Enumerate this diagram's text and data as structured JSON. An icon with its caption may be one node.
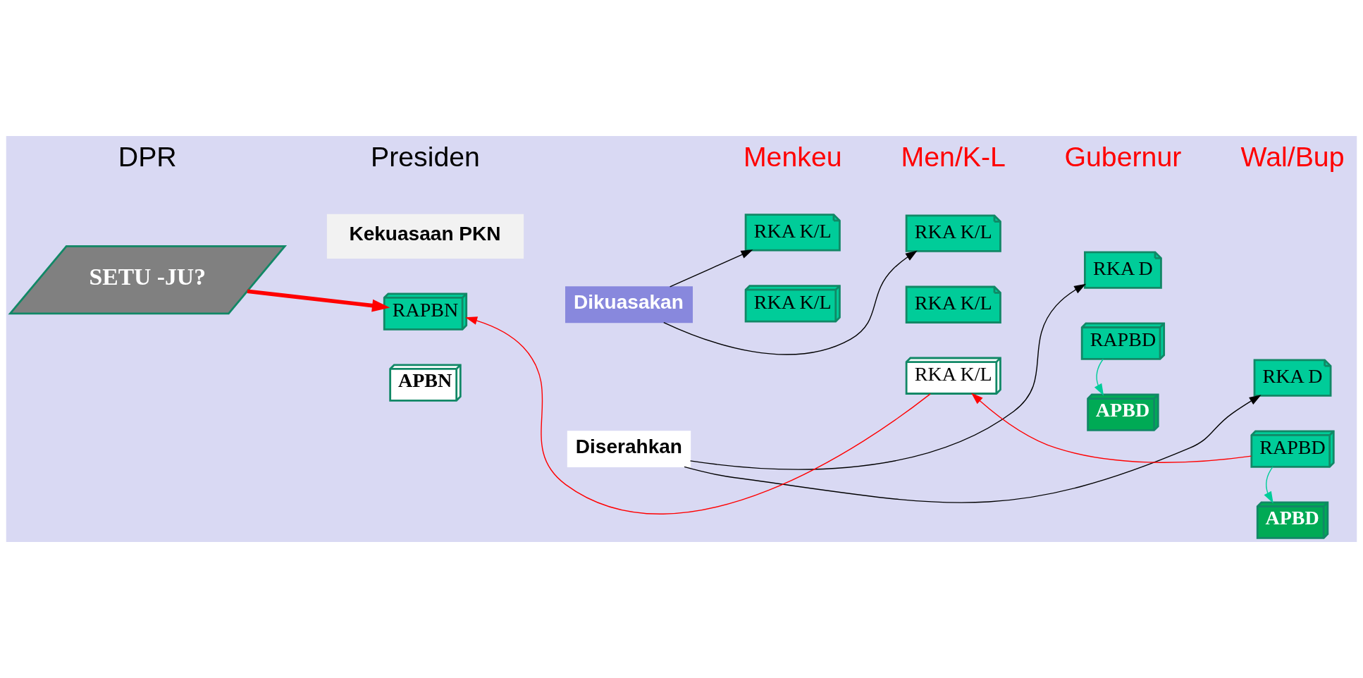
{
  "diagram": {
    "nodes": [
      {
        "text": [
          "RKA K/L"
        ]
      },
      {
        "text": [
          "RKA K/L"
        ]
      },
      {
        "text": [
          "Dikuasakan"
        ]
      },
      {
        "text": [
          "RKA D"
        ]
      },
      {
        "text": [
          "Kekuasaan PKN"
        ]
      },
      {
        "text": [
          "RKA D"
        ]
      },
      {
        "text": [
          "Diserahkan"
        ]
      },
      {
        "text": [
          "RKA K/L"
        ]
      },
      {
        "text": [
          "RAPBD"
        ]
      },
      {
        "text": [
          "RKA K/L"
        ]
      },
      {
        "text": [
          "RKA K/L"
        ]
      },
      {
        "text": [
          "SETU -JU?"
        ]
      },
      {
        "text": [
          "RAPBN"
        ]
      },
      {
        "text": [
          "RAPBD"
        ]
      },
      {
        "text": [
          "APBN"
        ]
      },
      {
        "text": [
          "APBD"
        ]
      },
      {
        "text": [
          "APBD"
        ]
      }
    ],
    "edges": [
      {
        "from": 2,
        "to": 0,
        "arrow": "to"
      },
      {
        "from": 2,
        "to": 1,
        "arrow": "to"
      },
      {
        "from": 6,
        "to": 3,
        "arrow": "to"
      },
      {
        "from": 6,
        "to": 5,
        "arrow": "to"
      },
      {
        "from": 11,
        "to": 12,
        "arrow": "to",
        "style": "thick",
        "color": "#ff0000"
      },
      {
        "from": 10,
        "to": 12,
        "arrow": "to",
        "color": "#ff0000"
      },
      {
        "from": 13,
        "to": 10,
        "arrow": "to",
        "color": "#ff0000"
      },
      {
        "from": 8,
        "to": 15,
        "arrow": "to",
        "color": "#00cc99"
      },
      {
        "from": 13,
        "to": 16,
        "arrow": "to",
        "color": "#00cc99"
      }
    ],
    "labels": [
      "DPR",
      "Presiden",
      "Menkeu",
      "Men/K-L",
      "Gubernur",
      "Wal/Bup"
    ]
  }
}
